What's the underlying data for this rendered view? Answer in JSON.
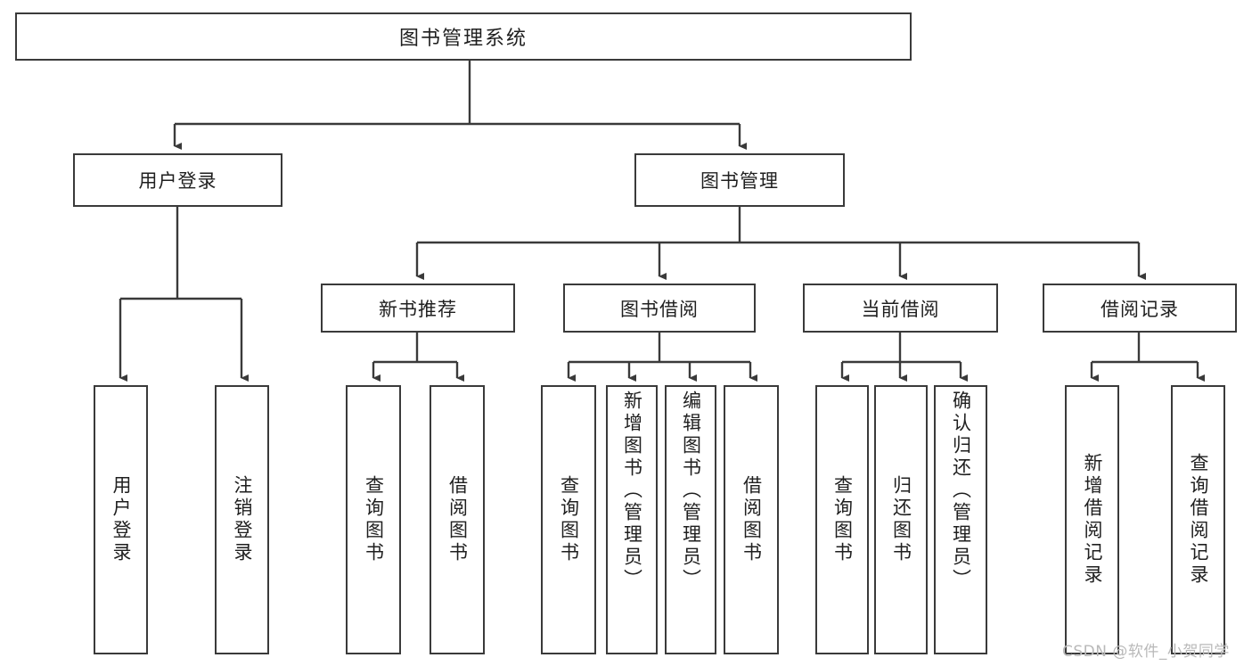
{
  "diagram": {
    "kind": "tree-hierarchy-chart",
    "title_node": {
      "label": "图书管理系统"
    },
    "level2": [
      {
        "id": "user-login",
        "label": "用户登录"
      },
      {
        "id": "book-management",
        "label": "图书管理"
      }
    ],
    "level3": [
      {
        "id": "new-book-recommend",
        "label": "新书推荐"
      },
      {
        "id": "book-borrow",
        "label": "图书借阅"
      },
      {
        "id": "current-borrow",
        "label": "当前借阅"
      },
      {
        "id": "borrow-record",
        "label": "借阅记录"
      }
    ],
    "leaves": {
      "user_login": [
        {
          "id": "leaf-user-login",
          "label": "用户登录"
        },
        {
          "id": "leaf-logout-login",
          "label": "注销登录"
        }
      ],
      "new_book_recommend": [
        {
          "id": "leaf-query-book-1",
          "label": "查询图书"
        },
        {
          "id": "leaf-borrow-book-1",
          "label": "借阅图书"
        }
      ],
      "book_borrow": [
        {
          "id": "leaf-query-book-2",
          "label": "查询图书"
        },
        {
          "id": "leaf-add-book",
          "label": "新增图书（管理员）"
        },
        {
          "id": "leaf-edit-book",
          "label": "编辑图书（管理员）"
        },
        {
          "id": "leaf-borrow-book-2",
          "label": "借阅图书"
        }
      ],
      "current_borrow": [
        {
          "id": "leaf-query-book-3",
          "label": "查询图书"
        },
        {
          "id": "leaf-return-book",
          "label": "归还图书"
        },
        {
          "id": "leaf-confirm-return",
          "label": "确认归还（管理员）"
        }
      ],
      "borrow_record": [
        {
          "id": "leaf-add-record",
          "label": "新增借阅记录"
        },
        {
          "id": "leaf-query-record",
          "label": "查询借阅记录"
        }
      ]
    }
  },
  "watermark": {
    "text": "CSDN @软件_小贺同学"
  },
  "colors": {
    "stroke": "#3a3a3a",
    "text": "#1f1f1f",
    "background": "#ffffff",
    "watermark": "#b9b9b9"
  }
}
